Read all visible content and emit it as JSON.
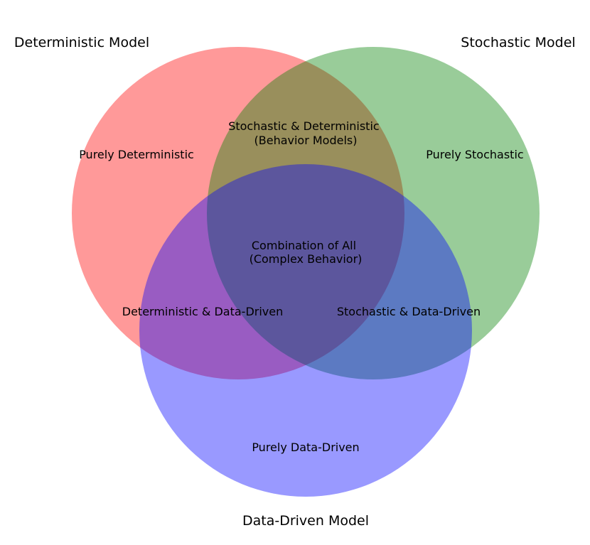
{
  "sets": [
    {
      "key": "deterministic",
      "label": "Deterministic Model",
      "color": "#ff0000"
    },
    {
      "key": "stochastic",
      "label": "Stochastic Model",
      "color": "#008000"
    },
    {
      "key": "data_driven",
      "label": "Data-Driven Model",
      "color": "#0000ff"
    }
  ],
  "circle_opacity": 0.4,
  "regions": {
    "purely_deterministic": [
      "Purely Deterministic"
    ],
    "purely_stochastic": [
      "Purely Stochastic"
    ],
    "purely_data_driven": [
      "Purely Data-Driven"
    ],
    "stochastic_and_deterministic": [
      "Stochastic & Deterministic",
      "(Behavior Models)"
    ],
    "deterministic_and_data_driven": [
      "Deterministic & Data-Driven"
    ],
    "stochastic_and_data_driven": [
      "Stochastic & Data-Driven"
    ],
    "all": [
      "Combination of All",
      "(Complex Behavior)"
    ]
  }
}
